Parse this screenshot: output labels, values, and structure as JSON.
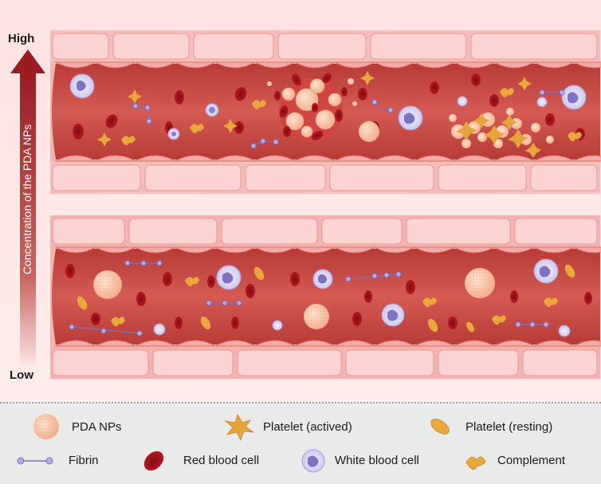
{
  "axis": {
    "high_label": "High",
    "low_label": "Low",
    "title": "Concentration of the PDA NPs"
  },
  "legend": {
    "items": [
      {
        "icon": "pda-np-icon",
        "label": "PDA NPs"
      },
      {
        "icon": "platelet-activated-icon",
        "label": "Platelet (actived)"
      },
      {
        "icon": "platelet-resting-icon",
        "label": "Platelet (resting)"
      },
      {
        "icon": "fibrin-icon",
        "label": "Fibrin"
      },
      {
        "icon": "red-blood-cell-icon",
        "label": "Red blood cell"
      },
      {
        "icon": "white-blood-cell-icon",
        "label": "White blood cell"
      },
      {
        "icon": "complement-icon",
        "label": "Complement"
      }
    ]
  },
  "colors": {
    "vessel_lumen": "#c8453f",
    "vessel_wall": "#f2a3a3",
    "arrow": "#9a1c20",
    "red_blood_cell": "#b0161c",
    "pda_np": "#f7c2a2",
    "platelet": "#e8a93a",
    "white_blood_cell": "#cfc8ec",
    "fibrin": "#9d93d6",
    "legend_bg": "#e9eaea"
  }
}
